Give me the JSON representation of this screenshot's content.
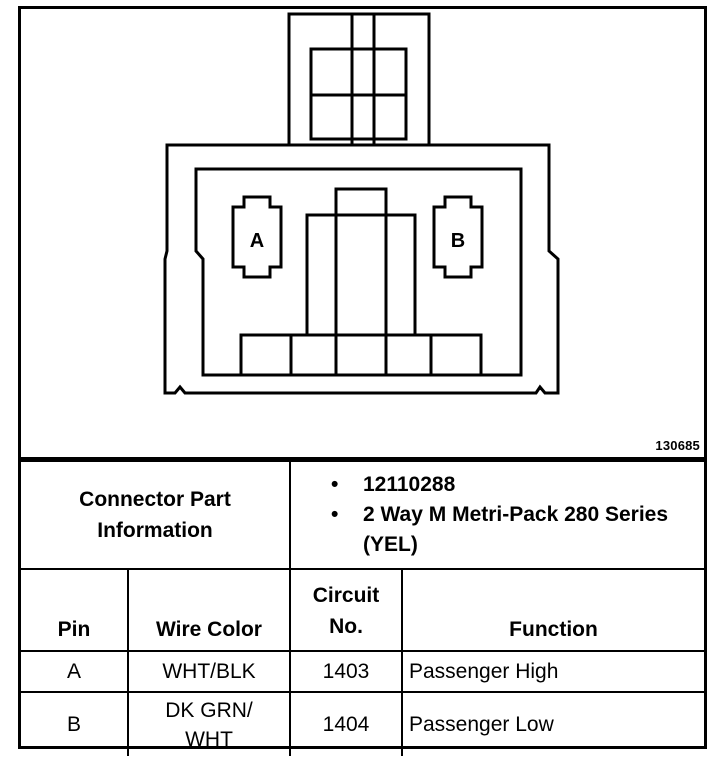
{
  "diagram": {
    "pin_labels": [
      "A",
      "B"
    ],
    "reference_number": "130685"
  },
  "connector_info": {
    "label_line1": "Connector Part",
    "label_line2": "Information",
    "items": [
      "12110288",
      "2 Way M Metri-Pack 280 Series (YEL)"
    ]
  },
  "pin_table": {
    "headers": {
      "pin": "Pin",
      "wire_color": "Wire Color",
      "circuit_line1": "Circuit",
      "circuit_line2": "No.",
      "function": "Function"
    },
    "rows": [
      {
        "pin": "A",
        "wire_color_line1": "WHT/BLK",
        "wire_color_line2": "",
        "circuit": "1403",
        "function": "Passenger High"
      },
      {
        "pin": "B",
        "wire_color_line1": "DK GRN/",
        "wire_color_line2": "WHT",
        "circuit": "1404",
        "function": "Passenger Low"
      }
    ]
  }
}
